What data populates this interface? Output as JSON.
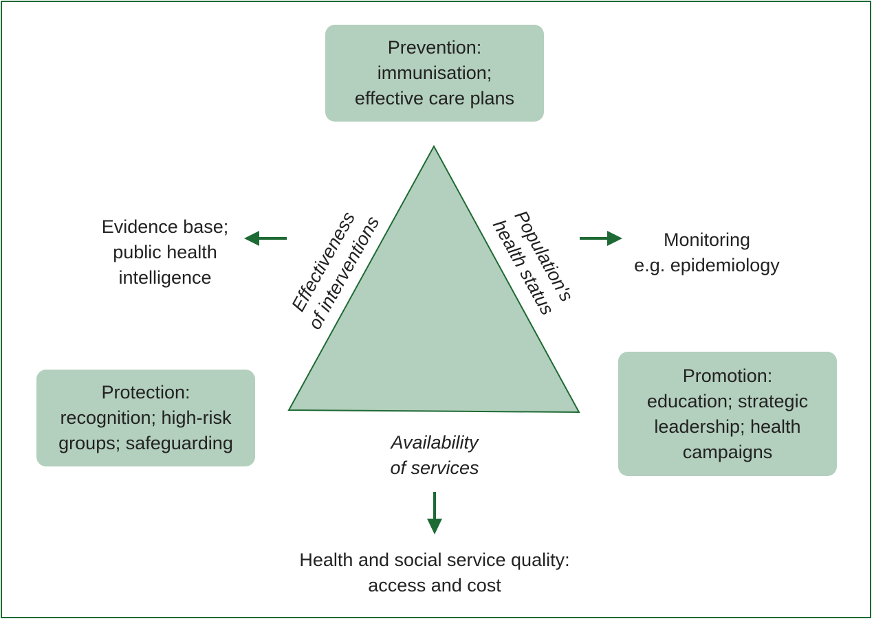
{
  "colors": {
    "border": "#1e6a35",
    "box_fill": "#b3cfbd",
    "triangle_fill": "#b3cfbd",
    "triangle_stroke": "#1e6a35",
    "arrow": "#1e6a35",
    "text": "#222222"
  },
  "boxes": {
    "prevention": [
      "Prevention:",
      "immunisation;",
      "effective care plans"
    ],
    "protection": [
      "Protection:",
      "recognition; high-risk",
      "groups; safeguarding"
    ],
    "promotion": [
      "Promotion:",
      "education; strategic",
      "leadership; health",
      "campaigns"
    ]
  },
  "triangle_sides": {
    "left": [
      "Effectiveness",
      "of interventions"
    ],
    "right": [
      "Population's",
      "health status"
    ],
    "bottom": [
      "Availability",
      "of services"
    ]
  },
  "outcomes": {
    "left": [
      "Evidence base;",
      "public health",
      "intelligence"
    ],
    "right": [
      "Monitoring",
      "e.g. epidemiology"
    ],
    "bottom": [
      "Health and social service quality:",
      "access and cost"
    ]
  },
  "icons": {
    "left_arrow": "arrow-left-icon",
    "right_arrow": "arrow-right-icon",
    "down_arrow": "arrow-down-icon"
  }
}
